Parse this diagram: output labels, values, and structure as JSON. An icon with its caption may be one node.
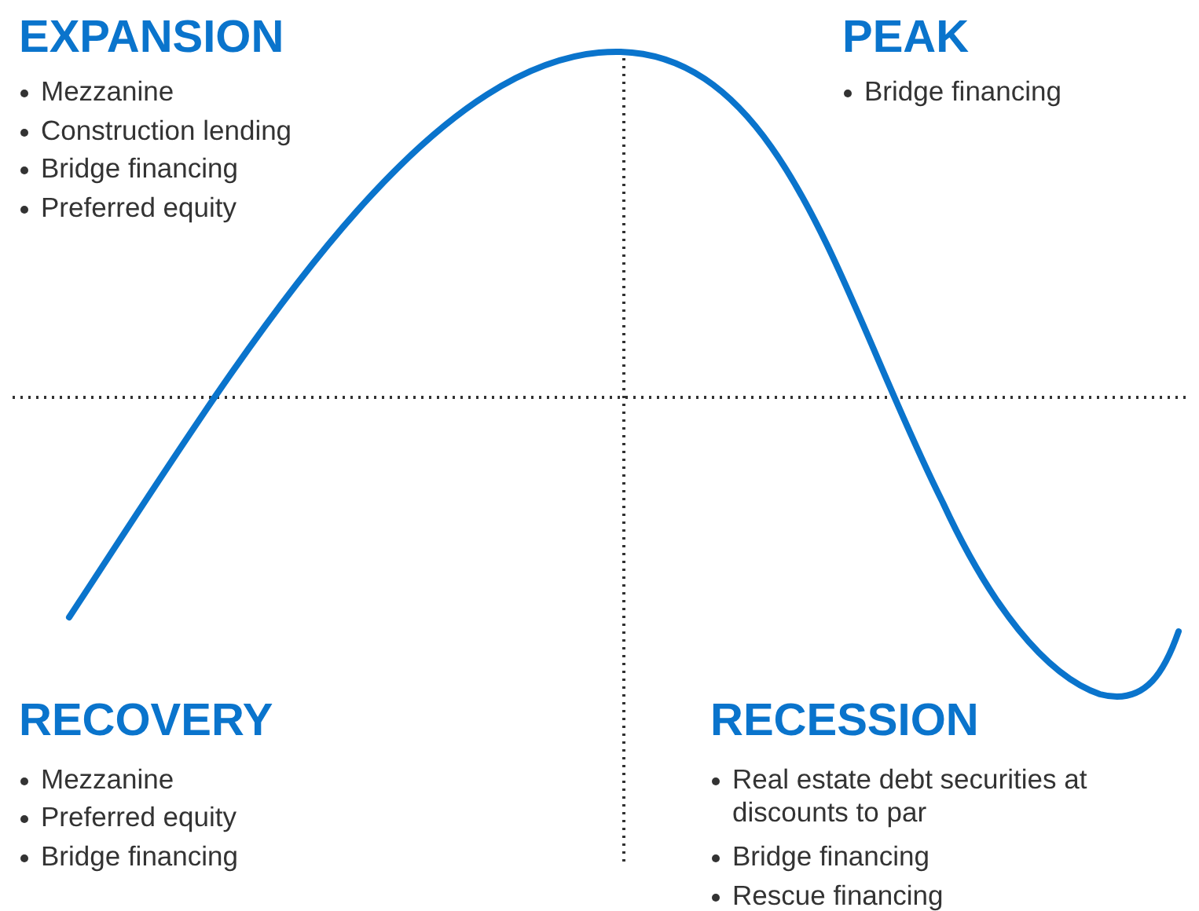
{
  "diagram": {
    "labels": [
      "EXPANSION",
      "Mezzanine",
      "Construction lending",
      "Bridge financing",
      "Preferred equity",
      "PEAK",
      "Bridge financing",
      "RECOVERY",
      "Mezzanine",
      "Preferred equity",
      "Bridge financing",
      "RECESSION",
      "Real estate debt securities at discounts to par",
      "Bridge financing",
      "Rescue financing"
    ]
  }
}
